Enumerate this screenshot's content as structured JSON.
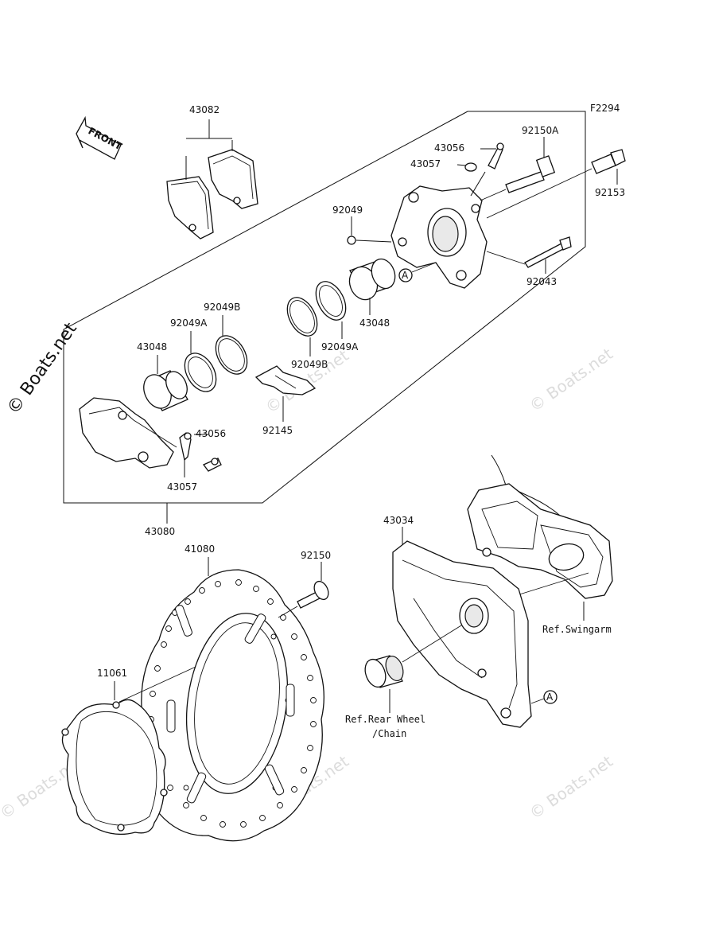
{
  "figure_code": "F2294",
  "front_label": "FRONT",
  "marker_letter": "A",
  "watermark": "© Boats.net",
  "parts": {
    "pads": "43082",
    "bleed_valve_top": "43056",
    "bleed_cap_top": "43057",
    "bolt_92150A": "92150A",
    "bolt_92153": "92153",
    "washer": "92049",
    "pin": "92043",
    "piston_right": "43048",
    "seal_b_right": "92049B",
    "seal_a_right": "92049A",
    "seal_b_left": "92049B",
    "seal_a_left": "92049A",
    "piston_left": "43048",
    "spring": "92145",
    "bleed_valve_bottom": "43056",
    "bleed_cap_bottom": "43057",
    "caliper_assy": "43080",
    "disc": "41080",
    "disc_bolt": "92150",
    "bracket": "43034",
    "gasket": "11061"
  },
  "refs": {
    "swingarm": "Ref.Swingarm",
    "rear_wheel_1": "Ref.Rear Wheel",
    "rear_wheel_2": "/Chain"
  }
}
